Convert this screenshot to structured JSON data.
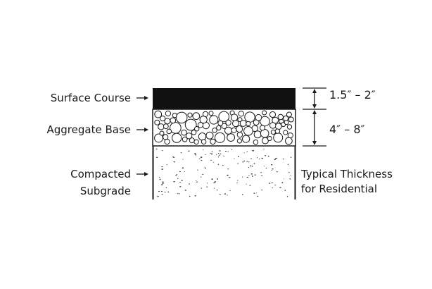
{
  "layers": [
    {
      "name": "surface",
      "label": "Surface Course"
    },
    {
      "name": "aggregate",
      "label": "Aggregate Base"
    },
    {
      "name": "subgrade",
      "label_line1": "Compacted",
      "label_line2": "Subgrade"
    }
  ],
  "dimensions": {
    "surface": "1.5″ – 2″",
    "aggregate": "4″ – 8″"
  },
  "note": {
    "line1": "Typical Thickness",
    "line2": "for Residential"
  },
  "colors": {
    "surface": "#111111",
    "line": "#1a1a1a",
    "background": "#ffffff"
  }
}
